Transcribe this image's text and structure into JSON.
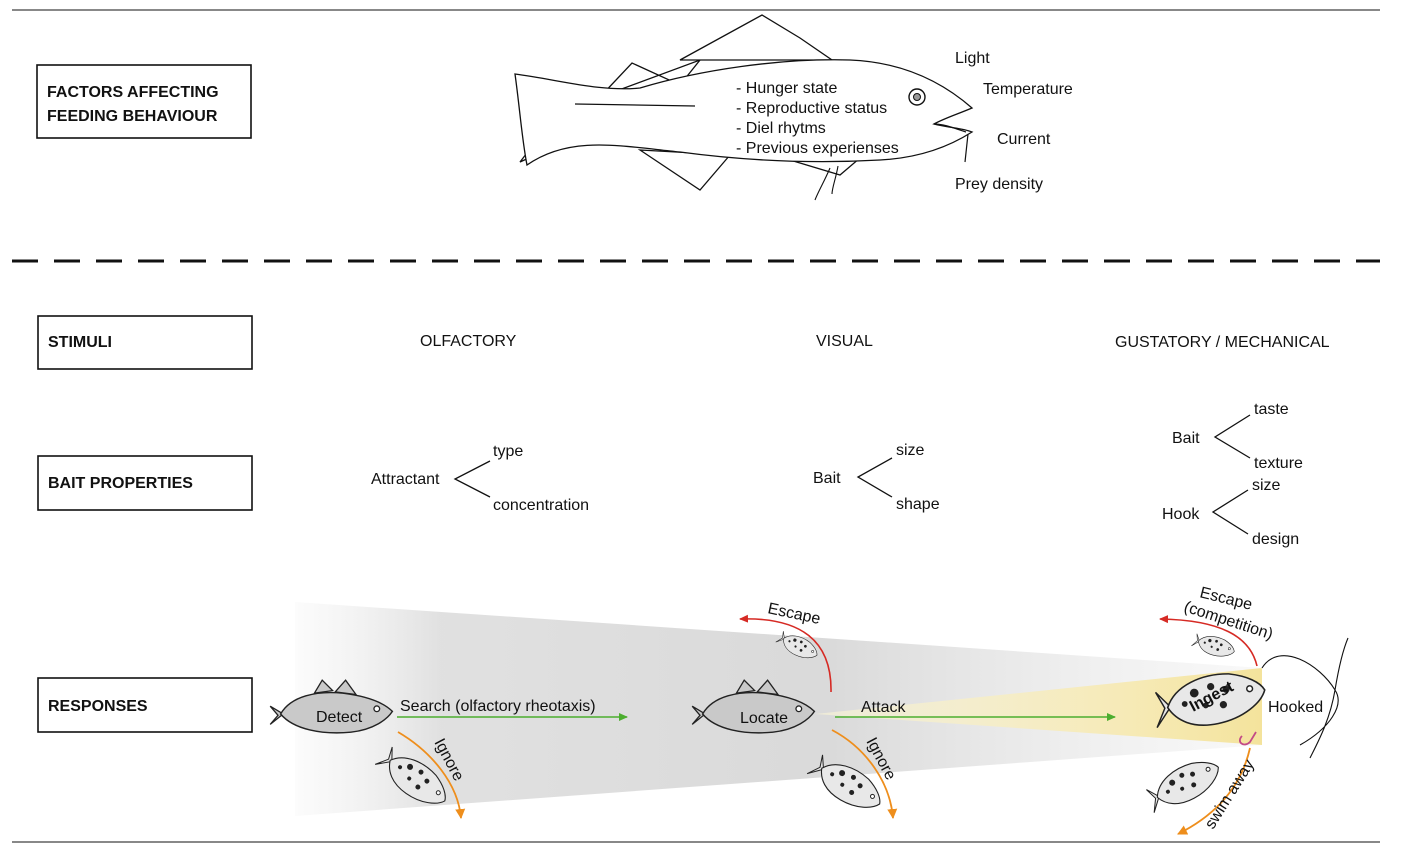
{
  "factors": {
    "title_line1": "FACTORS AFFECTING",
    "title_line2": "FEEDING BEHAVIOUR",
    "internal": [
      "- Hunger state",
      "- Reproductive status",
      "- Diel rhytms",
      "- Previous experienses"
    ],
    "external": [
      "Light",
      "Temperature",
      "Current",
      "Prey density"
    ]
  },
  "stimuli": {
    "title": "STIMULI",
    "columns": [
      "OLFACTORY",
      "VISUAL",
      "GUSTATORY / MECHANICAL"
    ]
  },
  "bait_properties": {
    "title": "BAIT PROPERTIES",
    "olfactory": {
      "root": "Attractant",
      "branches": [
        "type",
        "concentration"
      ]
    },
    "visual": {
      "root": "Bait",
      "branches": [
        "size",
        "shape"
      ]
    },
    "gustatory_bait": {
      "root": "Bait",
      "branches": [
        "taste",
        "texture"
      ]
    },
    "gustatory_hook": {
      "root": "Hook",
      "branches": [
        "size",
        "design"
      ]
    }
  },
  "responses": {
    "title": "RESPONSES",
    "detect": "Detect",
    "search": "Search (olfactory rheotaxis)",
    "ignore": "Ignore",
    "locate": "Locate",
    "escape": "Escape",
    "attack": "Attack",
    "ignore2": "Ignore",
    "escape_competition_1": "Escape",
    "escape_competition_2": "(competition)",
    "ingest": "Ingest",
    "hooked": "Hooked",
    "swim_away": "swim away"
  },
  "colors": {
    "green_arrow": "#4cae2f",
    "red_arrow": "#d62a24",
    "orange_arrow": "#ee8e1c",
    "yellow_cone": "#f4e8a6"
  }
}
